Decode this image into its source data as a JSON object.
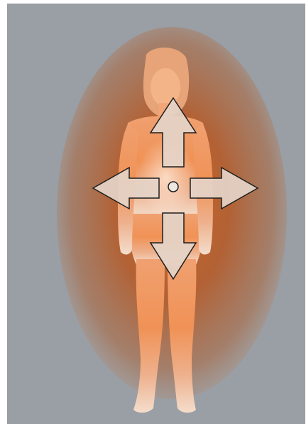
{
  "image": {
    "subject": "standing-human-figure",
    "background_color": "#9a9ea5",
    "aura_color_center": "#c8682b",
    "aura_color_edge": "#a8a4a0",
    "figure_skin_color": "#f29a66",
    "arrow_fill_color": "#e4d4c8",
    "arrow_stroke_color": "#1e1e1e",
    "center_dot_fill": "#eee8e2",
    "arrow_directions": [
      "up",
      "down",
      "left",
      "right"
    ]
  }
}
